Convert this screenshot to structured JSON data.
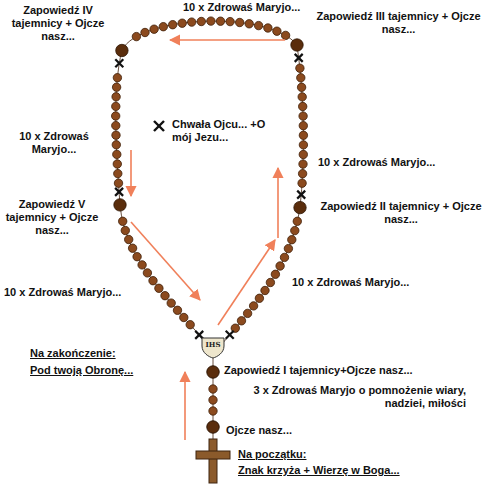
{
  "diagram": {
    "nodes": [
      {
        "text": [
          "IHS"
        ]
      }
    ],
    "labels": [
      "10 x Zdrowaś Maryjo...",
      "Zapowiedź IV tajemnicy + Ojcze nasz...",
      "Zapowiedź III tajemnicy + Ojcze nasz...",
      "10 x Zdrowaś Maryjo...",
      "Chwała Ojcu... +O mój Jezu...",
      "10 x Zdrowaś Maryjo...",
      "Zapowiedź V tajemnicy + Ojcze nasz...",
      "Zapowiedź II tajemnicy + Ojcze nasz...",
      "10 x Zdrowaś Maryjo...",
      "10 x Zdrowaś Maryjo...",
      "Na zakończenie:",
      "Pod twoją Obronę...",
      "Zapowiedź I tajemnicy+Ojcze nasz...",
      "3 x Zdrowaś Maryjo o pomnożenie wiary, nadziei, miłości",
      "Ojcze nasz...",
      "Na początku:",
      "Znak krzyża + Wierzę w Boga..."
    ]
  }
}
